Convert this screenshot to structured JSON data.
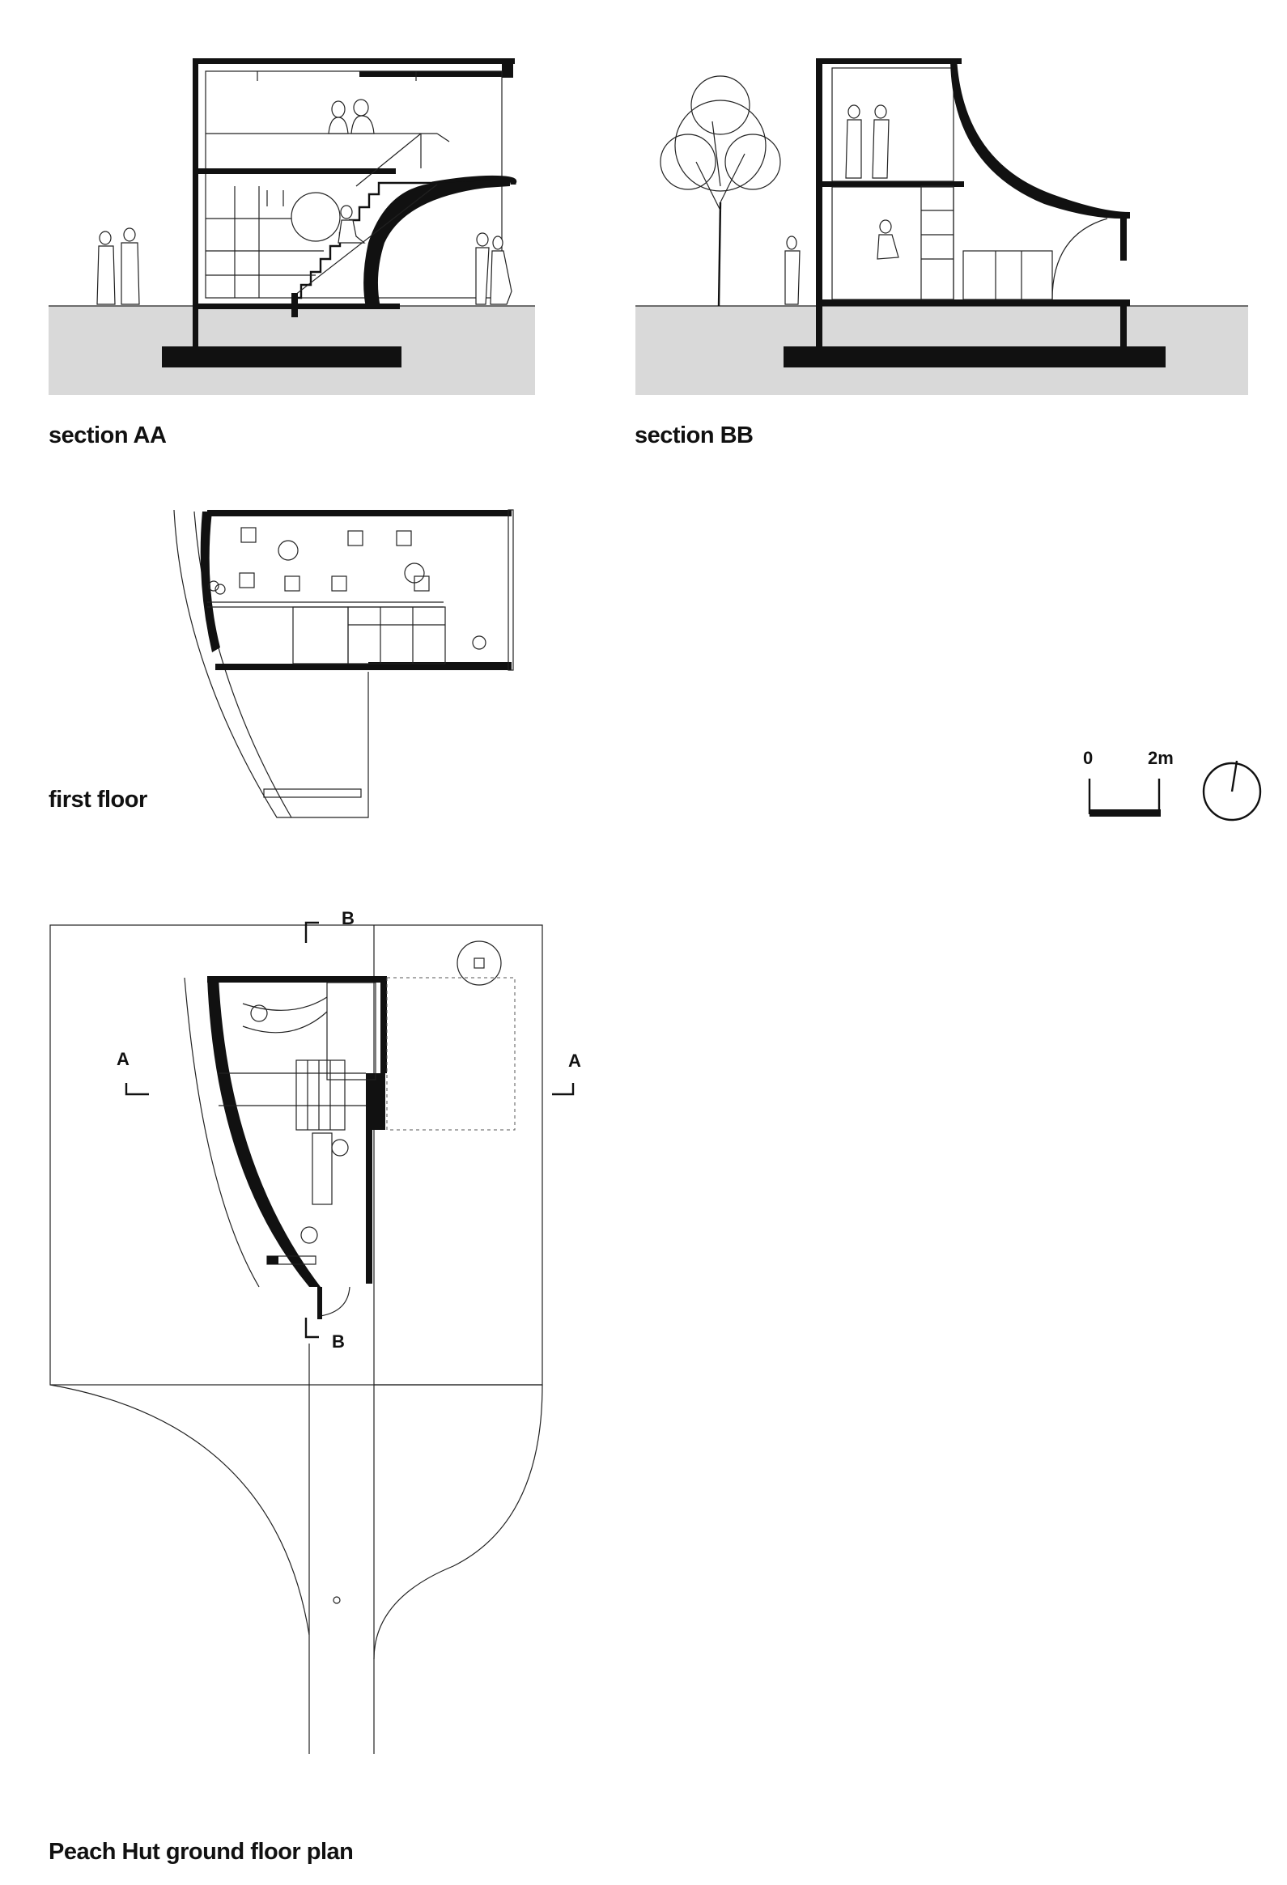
{
  "captions": {
    "section_aa": "section AA",
    "section_bb": "section BB",
    "first_floor": "first floor",
    "ground_floor": "Peach Hut ground floor plan"
  },
  "scale_bar": {
    "start": "0",
    "end": "2m"
  },
  "section_markers": {
    "a_left": "A",
    "a_right": "A",
    "b_top": "B",
    "b_bottom": "B"
  },
  "colors": {
    "ink": "#111111",
    "ground": "#d9d9d9",
    "paper": "#ffffff"
  },
  "icons": [
    "north-arrow-icon",
    "scale-bar-icon",
    "section-cut-marker-icon"
  ]
}
